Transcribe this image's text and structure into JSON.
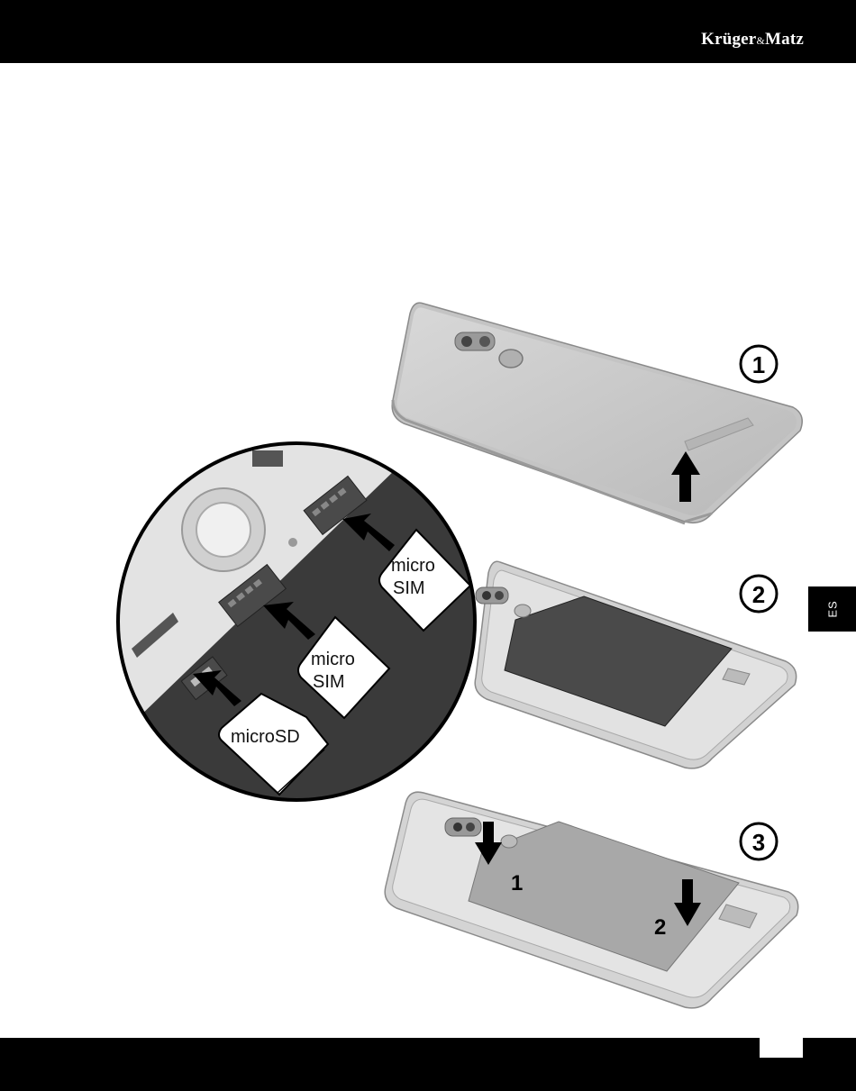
{
  "header": {
    "brand_main": "Krüger",
    "brand_amp": "&",
    "brand_tail": "Matz"
  },
  "side_tab": {
    "language": "ES"
  },
  "figure": {
    "steps": [
      "1",
      "2",
      "3"
    ],
    "zoom_labels": {
      "slot_1_line1": "micro",
      "slot_1_line2": "SIM",
      "slot_2_line1": "micro",
      "slot_2_line2": "SIM",
      "slot_3": "microSD"
    },
    "battery_arrows": [
      "1",
      "2"
    ]
  },
  "colors": {
    "bar": "#000000",
    "phone_body": "#c9c9c9",
    "zoom_fill": "#3a3a3a",
    "card": "#ffffff"
  }
}
